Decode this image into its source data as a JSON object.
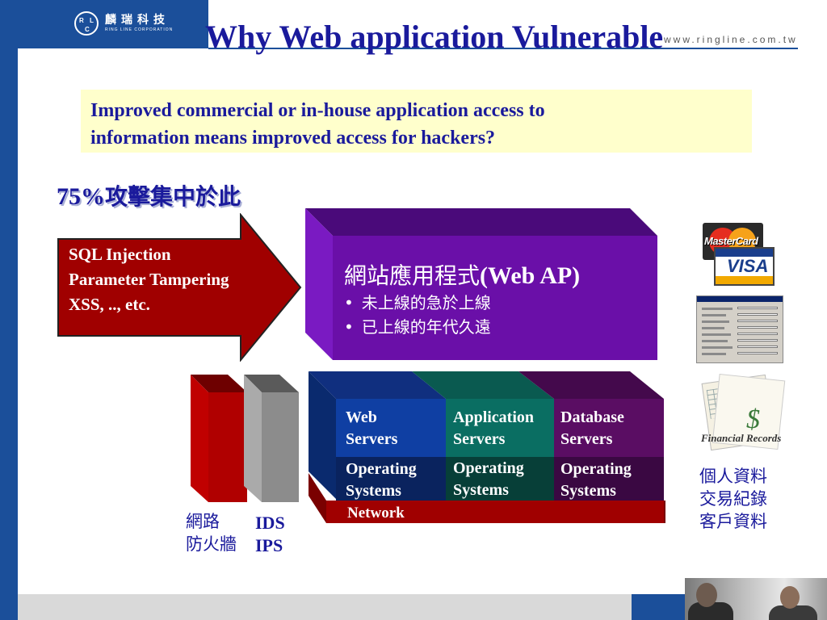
{
  "header": {
    "logo_cn": "麟瑞科技",
    "logo_en": "RING LINE CORPORATION",
    "logo_letters": [
      "R",
      "L",
      "C"
    ],
    "title": "Why Web application Vulnerable",
    "url": "www.ringline.com.tw"
  },
  "intro": {
    "line1": "Improved commercial or in-house application access to",
    "line2": "information means improved access for hackers?"
  },
  "stat": {
    "percent": "75%",
    "text": "攻擊集中於此"
  },
  "attacks": {
    "items": [
      "SQL Injection",
      "Parameter Tampering",
      "XSS, .., etc."
    ]
  },
  "web_ap": {
    "title_cn": "網站應用程式",
    "title_en": "(Web AP)",
    "bullets": [
      "未上線的急於上線",
      "已上線的年代久遠"
    ]
  },
  "stack": {
    "servers": [
      {
        "line1": "Web",
        "line2": "Servers"
      },
      {
        "line1": "Application",
        "line2": "Servers"
      },
      {
        "line1": "Database",
        "line2": "Servers"
      }
    ],
    "os": [
      {
        "line1": "Operating",
        "line2": "Systems"
      },
      {
        "line1": "Operating",
        "line2": "Systems"
      },
      {
        "line1": "Operating",
        "line2": "Systems"
      }
    ],
    "network": "Network"
  },
  "security": {
    "firewall_line1": "網路",
    "firewall_line2": "防火牆",
    "ids_line1": "IDS",
    "ids_line2": "IPS"
  },
  "side": {
    "mastercard_text": "MasterCard",
    "visa_text": "VISA",
    "records_text": "Financial Records",
    "labels": [
      "個人資料",
      "交易紀錄",
      "客戶資料"
    ]
  },
  "colors": {
    "frame_blue": "#1b4f9a",
    "title_blue": "#1a1a9c",
    "intro_bg": "#ffffcc",
    "attack_red": "#a00000",
    "web_ap_purple": "#6a0fa8",
    "web_blue": "#0f3fa3",
    "app_teal": "#0a6e62",
    "db_purple": "#5a0d63",
    "network_red": "#a00000",
    "ids_gray": "#8c8c8c"
  }
}
